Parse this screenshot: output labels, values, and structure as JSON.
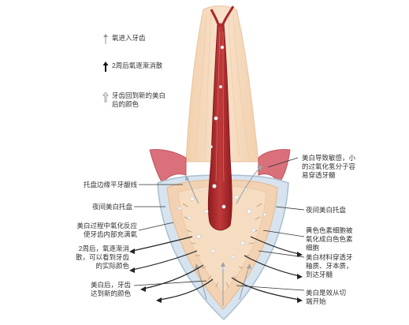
{
  "legend": [
    {
      "icon": "thin-gray-up-arrow-icon",
      "text": "氧进入牙齿"
    },
    {
      "icon": "bold-black-up-arrow-icon",
      "text": "2周后氧逐渐消散"
    },
    {
      "icon": "outlined-gray-up-arrow-icon",
      "text": "牙齿回到新的美白\n后的颜色"
    }
  ],
  "labels_left": {
    "tray_edge": "托盘边缘平牙龈线",
    "night_tray": "夜间美白托盘",
    "oxidation": "美白过程中氧化反应\n使牙齿内部充满氧",
    "two_weeks": "2周后，氧逐渐消\n散，可以看到牙齿\n的实际颜色",
    "after_whitening": "美白后，牙齿\n达到新的颜色"
  },
  "labels_right": {
    "sensitivity": "美白导致敏感，小\n的过氧化氢分子容\n易穿透牙髓",
    "night_tray": "夜间美白托盘",
    "pigment": "黄色色素细胞被\n氧化成白色色素\n细胞",
    "penetration": "美白材料穿透牙\n釉质、牙本质，\n到达牙髓",
    "starts_tip": "美白是效从切\n端开始"
  },
  "colors": {
    "crown": "#f2d2b2",
    "root": "#f5d9bd",
    "pulp": "#a8272a",
    "gum": "#d9707a",
    "tray": "#d7e3ee",
    "tray_edge": "#a9bfd4",
    "leader": "#333333"
  }
}
